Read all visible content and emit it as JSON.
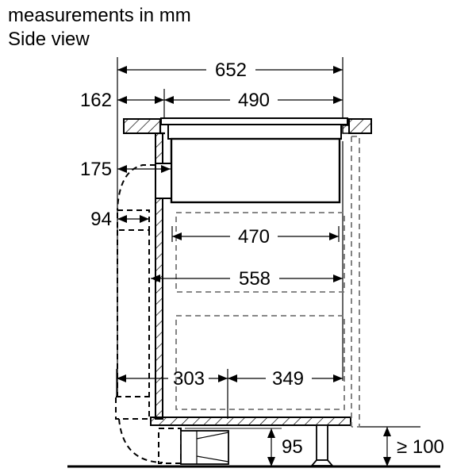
{
  "captions": {
    "units": "measurements in mm",
    "view": "Side view"
  },
  "dimensions": {
    "overall_depth": "652",
    "rear_gap": "162",
    "cutout_depth": "490",
    "duct_offset": "175",
    "duct_height": "94",
    "inner_depth_upper": "470",
    "inner_depth": "558",
    "duct_clearance_left": "303",
    "duct_clearance_right": "349",
    "plinth_height": "95",
    "plinth_min": "≥ 100"
  },
  "colors": {
    "line": "#000000",
    "hidden_line": "#777777",
    "background": "#ffffff"
  }
}
